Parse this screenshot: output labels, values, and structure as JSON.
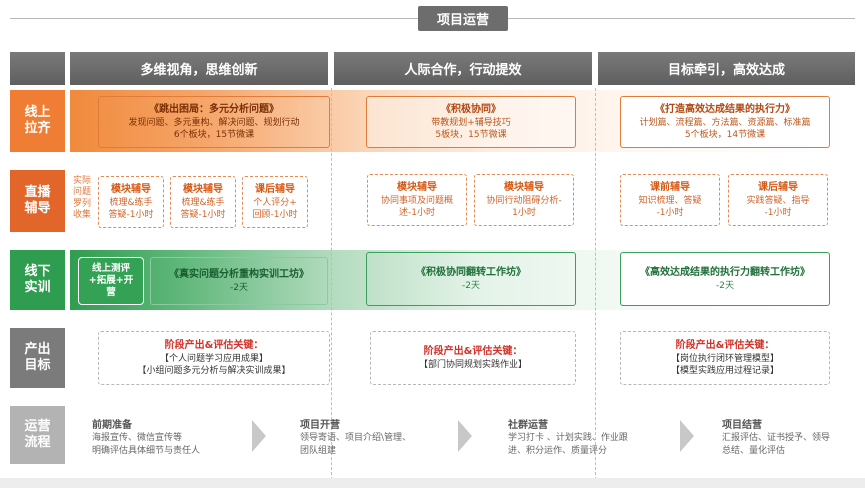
{
  "title": "项目运营",
  "columns": [
    {
      "header": "多维视角，思维创新"
    },
    {
      "header": "人际合作，行动提效"
    },
    {
      "header": "目标牵引，高效达成"
    }
  ],
  "rows": {
    "online": {
      "label_top": "线上",
      "label_bottom": "拉齐"
    },
    "live": {
      "label_top": "直播",
      "label_bottom": "辅导"
    },
    "offline": {
      "label_top": "线下",
      "label_bottom": "实训"
    },
    "output": {
      "label_top": "产出",
      "label_bottom": "目标"
    },
    "ops": {
      "label_top": "运营",
      "label_bottom": "流程"
    }
  },
  "online": [
    {
      "title": "《跳出困局：多元分析问题》",
      "line1": "发现问题、多元重构、解决问题、规划行动",
      "line2": "6个板块，15节微课"
    },
    {
      "title": "《积极协同》",
      "line1": "带教规划+辅导技巧",
      "line2": "5板块，15节微课"
    },
    {
      "title": "《打造高效达成结果的执行力》",
      "line1": "计划篇、流程篇、方法篇、资源篇、标准篇",
      "line2": "5个板块，14节微课"
    }
  ],
  "live_note": "实际问题罗列收集",
  "live": [
    {
      "title": "模块辅导",
      "line1": "梳理&练手",
      "line2": "答疑-1小时"
    },
    {
      "title": "模块辅导",
      "line1": "梳理&练手",
      "line2": "答疑-1小时"
    },
    {
      "title": "课后辅导",
      "line1": "个人评分+",
      "line2": "回顾-1小时"
    },
    {
      "title": "模块辅导",
      "line1": "协同事项及问题概",
      "line2": "述-1小时"
    },
    {
      "title": "模块辅导",
      "line1": "协同行动阻碍分析-",
      "line2": "1小时"
    },
    {
      "title": "课前辅导",
      "line1": "知识梳理、答疑",
      "line2": "-1小时"
    },
    {
      "title": "课后辅导",
      "line1": "实践答疑、指导",
      "line2": "-1小时"
    }
  ],
  "offline_first": {
    "line1": "线上测评",
    "line2": "+拓展+开",
    "line3": "营"
  },
  "offline": [
    {
      "title": "《真实问题分析重构实训工坊》",
      "duration": "-2天"
    },
    {
      "title": "《积极协同翻转工作坊》",
      "duration": "-2天"
    },
    {
      "title": "《高效达成结果的执行力翻转工作坊》",
      "duration": "-2天"
    }
  ],
  "output": [
    {
      "title": "阶段产出&评估关键：",
      "items": [
        "【个人问题学习应用成果】",
        "【小组问题多元分析与解决实训成果】"
      ]
    },
    {
      "title": "阶段产出&评估关键：",
      "items": [
        "【部门协同规划实践作业】"
      ]
    },
    {
      "title": "阶段产出&评估关键：",
      "items": [
        "【岗位执行闭环管理模型】",
        "【模型实践应用过程记录】"
      ]
    }
  ],
  "ops": [
    {
      "title": "前期准备",
      "line1": "海报宣传、微信宣传等",
      "line2": "明确评估具体细节与责任人"
    },
    {
      "title": "项目开营",
      "line1": "领导寄语、项目介绍\\管理、",
      "line2": "团队组建"
    },
    {
      "title": "社群运营",
      "line1": "学习打卡 、计划实践、作业跟",
      "line2": "进、积分运作、质量评分"
    },
    {
      "title": "项目结营",
      "line1": "汇报评估、证书授予、领导",
      "line2": "总结、量化评估"
    }
  ],
  "colors": {
    "orange_label": "#ef7e34",
    "orange_deep": "#e06a24",
    "green_label": "#2f9d4f",
    "grey_label": "#7b7b7b",
    "header_grey": "#6b6b6b"
  }
}
